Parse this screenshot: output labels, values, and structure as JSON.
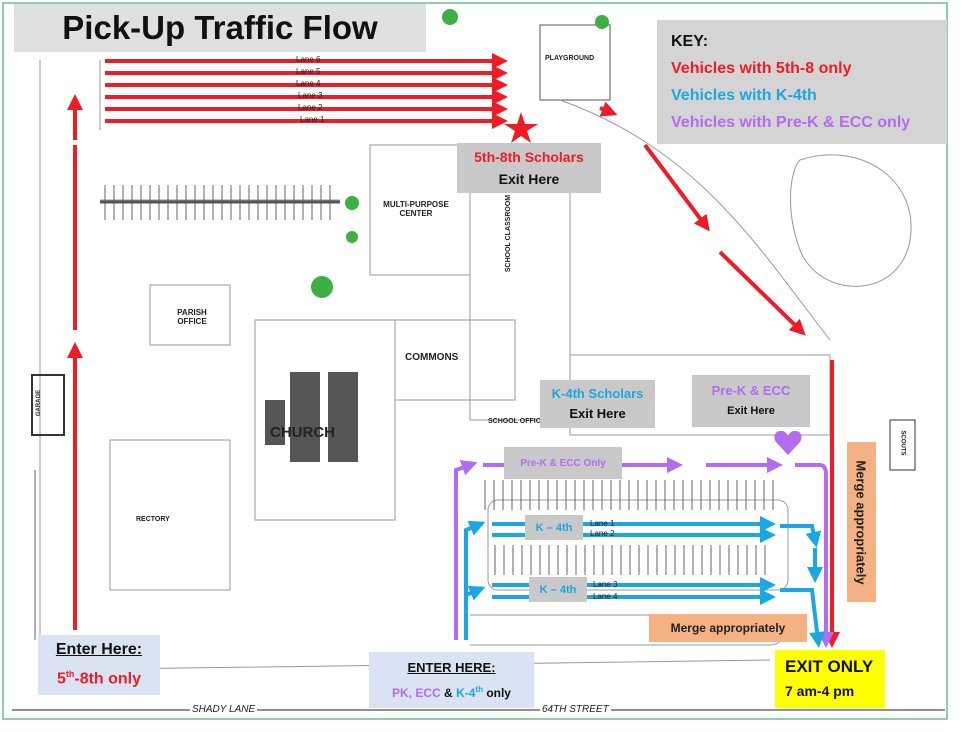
{
  "title": "Pick-Up Traffic Flow",
  "colors": {
    "red": "#ee1c24",
    "blue": "#1ba7e2",
    "purple": "#b36bf0",
    "gray_box": "#c9c9c9",
    "orange": "#f4b183",
    "yellow": "#ffff00",
    "light_blue": "#dae3f3"
  },
  "key": {
    "heading": "KEY:",
    "items": [
      {
        "label": "Vehicles with 5th-8 only",
        "color": "#ee1c24"
      },
      {
        "label": "Vehicles with K-4th",
        "color": "#1ba7e2"
      },
      {
        "label": "Vehicles with Pre-K & ECC only",
        "color": "#b36bf0"
      }
    ]
  },
  "upper_lanes": [
    "Lane 6",
    "Lane 5",
    "Lane 4",
    "Lane 3",
    "Lane 2",
    "Lane 1"
  ],
  "buildings": {
    "playground": "PLAYGROUND",
    "multipurpose": "MULTI-PURPOSE CENTER",
    "classroom": "SCHOOL CLASSROOM",
    "parish": "PARISH OFFICE",
    "commons": "COMMONS",
    "church": "CHURCH",
    "garage": "GARAGE",
    "rectory": "RECTORY",
    "scouts": "SCOUTS",
    "school_office": "SCHOOL OFFICE"
  },
  "exits": {
    "upper": {
      "line1": "5th-8th Scholars",
      "line2": "Exit Here"
    },
    "k4": {
      "line1": "K-4th Scholars",
      "line2": "Exit Here"
    },
    "prek": {
      "line1": "Pre-K & ECC",
      "line2": "Exit Here"
    }
  },
  "prek_only": "Pre-K & ECC Only",
  "k4_lanes": [
    {
      "label": "K – 4th",
      "lanes": [
        "Lane 1",
        "Lane 2"
      ]
    },
    {
      "label": "K – 4th",
      "lanes": [
        "Lane 3",
        "Lane 4"
      ]
    }
  ],
  "merge_vertical": "Merge appropriately",
  "merge_horizontal": "Merge appropriately",
  "enter_left": {
    "line1": "Enter Here:",
    "line2_sup": "th",
    "line2_pre": "5",
    "line2_post": "-8th only"
  },
  "enter_bottom": {
    "line1": "ENTER HERE:",
    "pk": "PK, ECC",
    "amp": "&",
    "k4": "K-4",
    "k4_sup": "th",
    "only": "only"
  },
  "exit_only": {
    "line1": "EXIT ONLY",
    "line2": "7 am-4 pm"
  },
  "streets": {
    "left": "SHADY LANE",
    "right": "64TH STREET"
  }
}
